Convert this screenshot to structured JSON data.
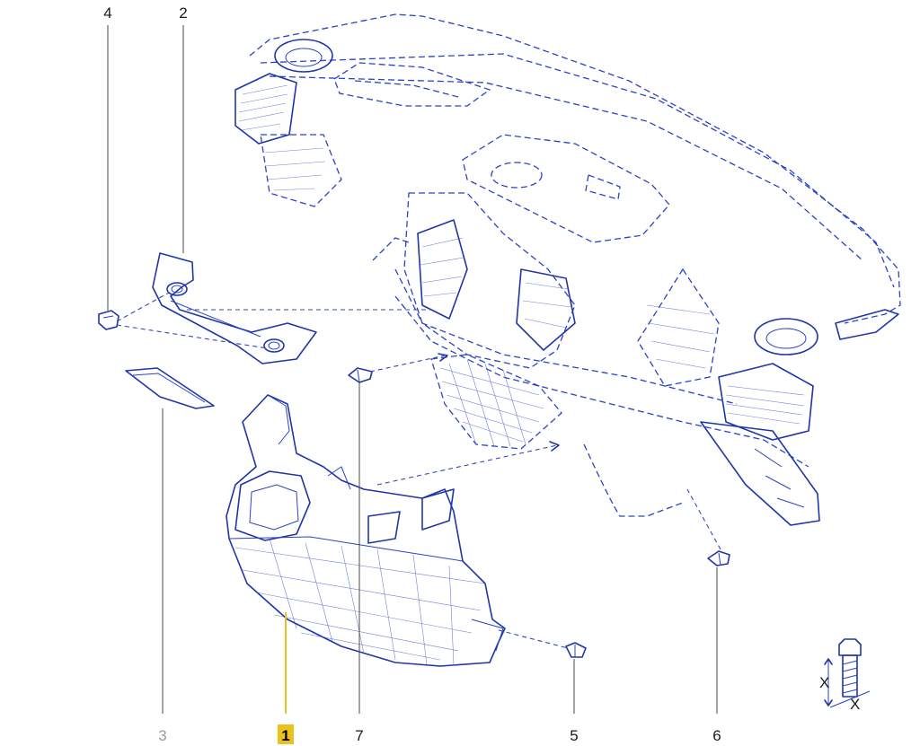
{
  "diagram": {
    "callouts": [
      {
        "id": "1",
        "label": "1",
        "style": "highlighted"
      },
      {
        "id": "2",
        "label": "2",
        "style": "normal"
      },
      {
        "id": "3",
        "label": "3",
        "style": "faded"
      },
      {
        "id": "4",
        "label": "4",
        "style": "normal"
      },
      {
        "id": "5",
        "label": "5",
        "style": "normal"
      },
      {
        "id": "6",
        "label": "6",
        "style": "normal"
      },
      {
        "id": "7",
        "label": "7",
        "style": "normal"
      }
    ],
    "torque_symbol": {
      "x_label": "X",
      "x_label_2": "X"
    },
    "colors": {
      "line": "#1f35a8",
      "highlight": "#e9c21c",
      "text": "#1a1a1a",
      "faded_text": "#9a9aa6"
    }
  }
}
